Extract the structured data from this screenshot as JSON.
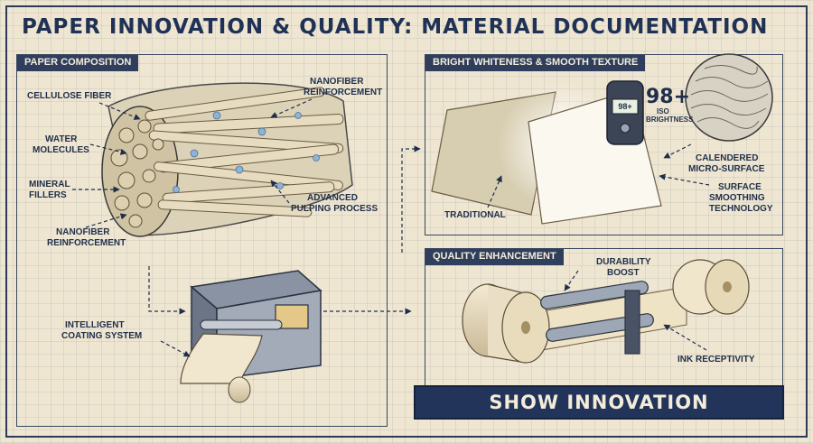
{
  "title": "PAPER INNOVATION & QUALITY: MATERIAL DOCUMENTATION",
  "panels": {
    "composition": {
      "tab": "PAPER COMPOSITION",
      "labels": {
        "cellulose": "CELLULOSE FIBER",
        "nanofiber_top_1": "NANOFIBER",
        "nanofiber_top_2": "REINFORCEMENT",
        "water_1": "WATER",
        "water_2": "MOLECULES",
        "mineral_1": "MINERAL",
        "mineral_2": "FILLERS",
        "pulping_1": "ADVANCED",
        "pulping_2": "PULPING PROCESS",
        "nanofiber_bottom_1": "NANOFIBER",
        "nanofiber_bottom_2": "REINFORCEMENT",
        "coating_1": "INTELLIGENT",
        "coating_2": "COATING SYSTEM"
      }
    },
    "whiteness": {
      "tab": "BRIGHT WHITENESS & SMOOTH TEXTURE",
      "brightness_value": "98+",
      "gauge_value": "98+",
      "iso_1": "ISO",
      "iso_2": "BRIGHTNESS",
      "labels": {
        "traditional": "TRADITIONAL",
        "calendered_1": "CALENDERED",
        "calendered_2": "MICRO-SURFACE",
        "smoothing_1": "SURFACE",
        "smoothing_2": "SMOOTHING",
        "smoothing_3": "TECHNOLOGY"
      }
    },
    "quality": {
      "tab": "QUALITY ENHANCEMENT",
      "labels": {
        "durability_1": "DURABILITY",
        "durability_2": "BOOST",
        "ink": "INK RECEPTIVITY"
      }
    }
  },
  "cta": {
    "label": "SHOW INNOVATION"
  },
  "colors": {
    "background": "#efe6d2",
    "ink": "#1f2f4a",
    "navy": "#22345a",
    "paper": "#e6dcc3"
  }
}
